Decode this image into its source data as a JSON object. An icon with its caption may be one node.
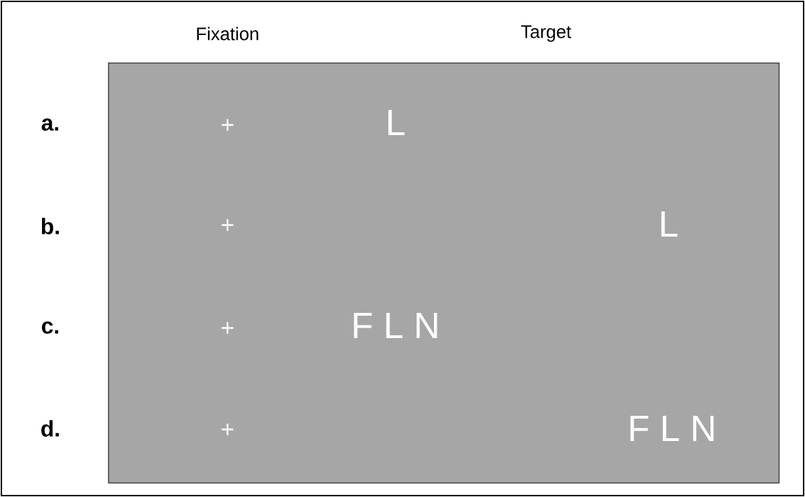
{
  "diagram": {
    "nodes": [
      {
        "text": [
          "+",
          "L",
          "+",
          "L",
          "+",
          "F L N",
          "+",
          "F L N"
        ]
      }
    ],
    "labels": [
      "Fixation",
      "Target",
      "a.",
      "b.",
      "c.",
      "d."
    ]
  }
}
